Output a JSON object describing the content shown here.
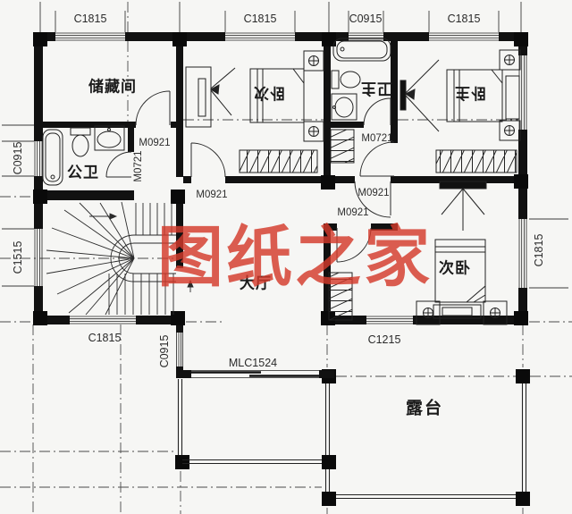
{
  "watermark": "图纸之家",
  "rooms": {
    "storage": "储藏间",
    "public_bath": "公卫",
    "bedroom_top": "次卧",
    "master_bath": "主卫",
    "master_bedroom": "主卧",
    "hall": "大厅",
    "bedroom_bottom": "次卧",
    "terrace": "露台"
  },
  "dimensions": {
    "top": [
      "C1815",
      "C1815",
      "C0915",
      "C1815"
    ],
    "left": [
      "C0915",
      "C1515"
    ],
    "right": [
      "C1815"
    ],
    "bottom_window_left": "C1815",
    "bottom_window_mid": "C0915",
    "sliding_door": "MLC1524",
    "bottom_window_right": "C1215"
  },
  "doors": {
    "storage_door": "M0921",
    "public_bath_door": "M0721",
    "landing_door": "M0921",
    "master_bath_door": "M0721",
    "corridor_door": "M0921",
    "bedroom_bottom_door": "M0921"
  },
  "colors": {
    "watermark_red": "#d3392b",
    "line_black": "#1c1c1c",
    "paper": "#f6f6f4"
  }
}
